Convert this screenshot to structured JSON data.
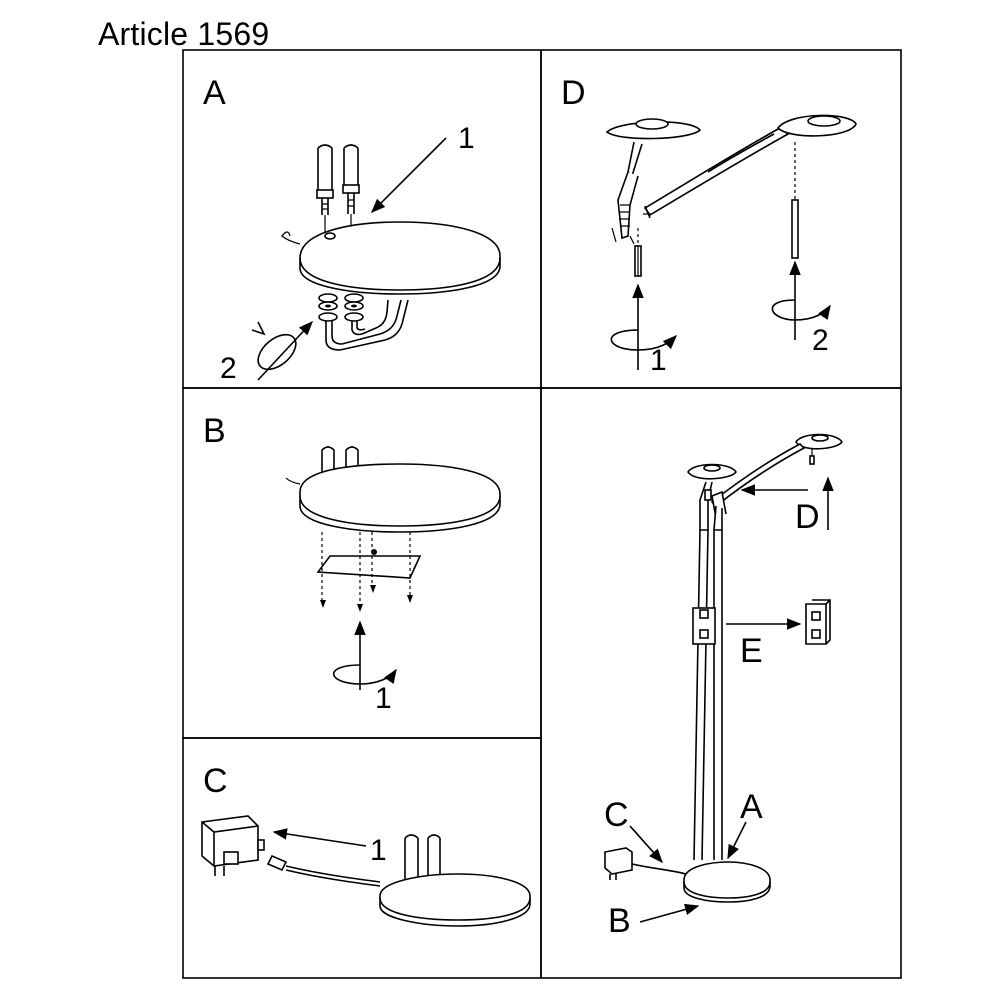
{
  "title": "Article 1569",
  "panels": {
    "a": {
      "label": "A",
      "callouts": [
        "1",
        "2"
      ]
    },
    "b": {
      "label": "B",
      "callouts": [
        "1"
      ]
    },
    "c": {
      "label": "C",
      "callouts": [
        "1"
      ]
    },
    "d": {
      "label": "D",
      "callouts": [
        "1",
        "2"
      ]
    },
    "overview": {
      "labels": [
        "D",
        "E",
        "C",
        "A",
        "B"
      ]
    }
  }
}
